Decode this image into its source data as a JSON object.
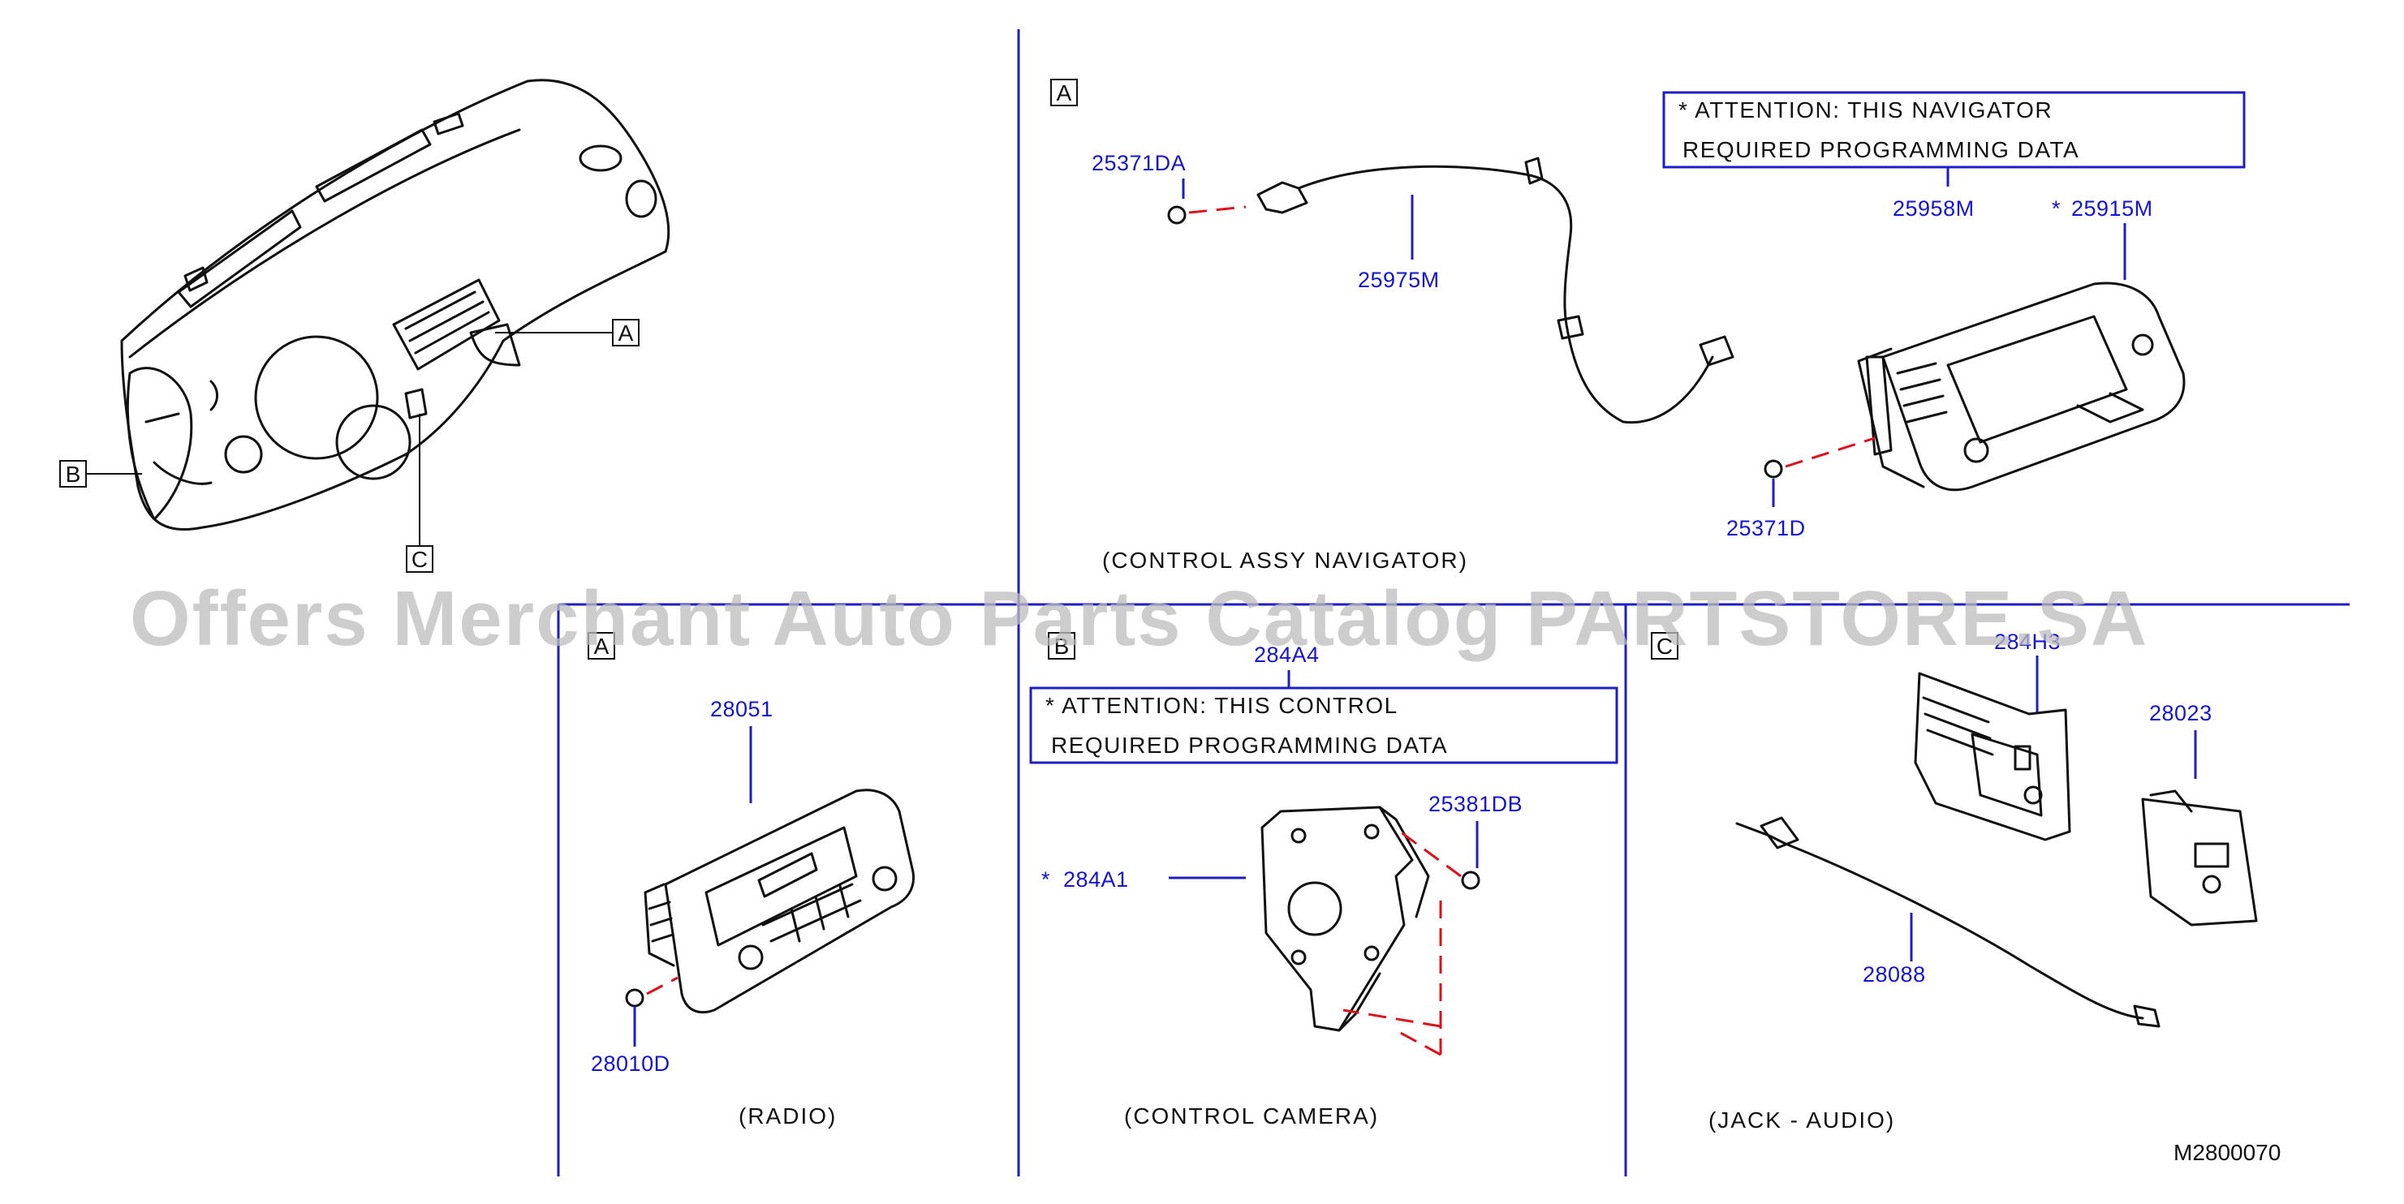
{
  "callouts": [
    "A",
    "B",
    "C"
  ],
  "part_numbers": {
    "p1": "25371DA",
    "p2": "25975M",
    "p3": "25958M",
    "p4": "25915M",
    "p5": "25371D",
    "p6": "28051",
    "p7": "28010D",
    "p8": "284A4",
    "p9": "284A1",
    "p10": "25381DB",
    "p11": "284H3",
    "p12": "28023",
    "p13": "28088"
  },
  "star": "*",
  "notes": {
    "nav_line1": "*  ATTENTION:  THIS  NAVIGATOR",
    "nav_line2": "REQUIRED  PROGRAMMING  DATA",
    "cam_line1": "*  ATTENTION:  THIS  CONTROL",
    "cam_line2": "REQUIRED  PROGRAMMING  DATA"
  },
  "captions": {
    "navigator": "(CONTROL  ASSY  NAVIGATOR)",
    "radio": "(RADIO)",
    "camera": "(CONTROL   CAMERA)",
    "jack": "(JACK  -  AUDIO)"
  },
  "diagram_code": "M2800070",
  "watermark": "Offers Merchant Auto Parts Catalog PARTSTORE.SA",
  "colors": {
    "part_number": "#1414d8",
    "leader": "#1e1ec8",
    "fastener_path": "#e0101a",
    "watermark": "#bdbdbd"
  }
}
